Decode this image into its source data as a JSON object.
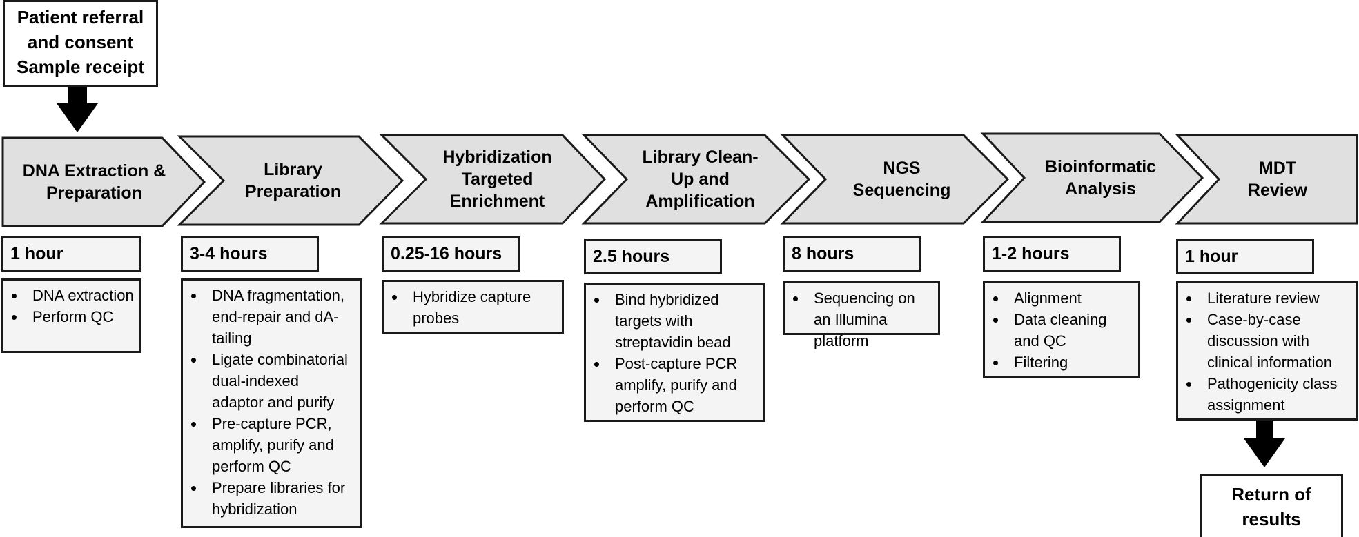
{
  "start": {
    "line1": "Patient referral",
    "line2": "and consent",
    "line3": "Sample receipt"
  },
  "end": {
    "line1": "Return of",
    "line2": "results"
  },
  "colors": {
    "chevron_fill": "#e0e0e0",
    "box_fill": "#f4f4f4",
    "stroke": "#1a1a1a",
    "arrow": "#000000"
  },
  "stages": [
    {
      "title": "DNA Extraction &\nPreparation",
      "time": "1 hour",
      "tasks": [
        "DNA extraction",
        "Perform QC"
      ]
    },
    {
      "title": "Library\nPreparation",
      "time": "3-4 hours",
      "tasks": [
        "DNA fragmentation, end-repair and dA-tailing",
        "Ligate combinatorial dual-indexed adaptor and purify",
        "Pre-capture PCR, amplify, purify and perform QC",
        "Prepare libraries for hybridization"
      ]
    },
    {
      "title": "Hybridization\nTargeted\nEnrichment",
      "time": "0.25-16 hours",
      "tasks": [
        "Hybridize capture probes"
      ]
    },
    {
      "title": "Library Clean-\nUp and\nAmplification",
      "time": "2.5 hours",
      "tasks": [
        "Bind hybridized targets with streptavidin bead",
        "Post-capture PCR amplify, purify and perform QC"
      ]
    },
    {
      "title": "NGS\nSequencing",
      "time": "8 hours",
      "tasks": [
        "Sequencing on an Illumina platform"
      ]
    },
    {
      "title": "Bioinformatic\nAnalysis",
      "time": "1-2 hours",
      "tasks": [
        "Alignment",
        "Data cleaning and QC",
        "Filtering"
      ]
    },
    {
      "title": "MDT\nReview",
      "time": "1 hour",
      "tasks": [
        "Literature review",
        "Case-by-case discussion with clinical information",
        "Pathogenicity class assignment"
      ]
    }
  ]
}
